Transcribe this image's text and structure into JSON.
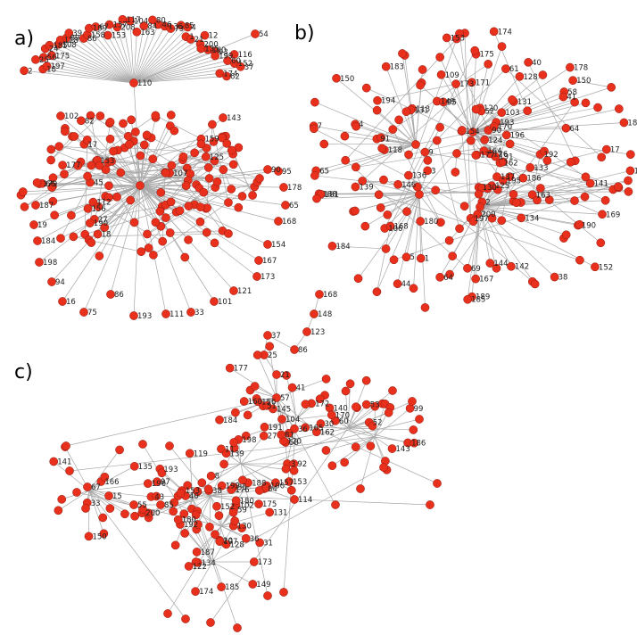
{
  "colors": {
    "node": "#e8301c",
    "edge": "#a8a8a8",
    "label": "#222222"
  },
  "panels": [
    {
      "id": "a",
      "label": "a)",
      "nodes": [
        "2",
        "18",
        "197",
        "25",
        "56",
        "175",
        "24",
        "185",
        "108",
        "128",
        "89",
        "39",
        "86",
        "158",
        "109",
        "67",
        "153",
        "157",
        "208",
        "117",
        "104",
        "163",
        "84",
        "80",
        "46",
        "136",
        "73",
        "85",
        "4",
        "1",
        "21",
        "12",
        "200",
        "135",
        "160",
        "93",
        "199",
        "116",
        "60",
        "152",
        "37",
        "174",
        "62",
        "54",
        "110",
        "179",
        "187",
        "19",
        "184",
        "198",
        "94",
        "16",
        "75",
        "86",
        "193",
        "111",
        "33",
        "101",
        "121",
        "173",
        "167",
        "154",
        "168",
        "65",
        "178",
        "90",
        "95",
        "143",
        "102",
        "177",
        "112",
        "107",
        "27",
        "82",
        "45",
        "156",
        "190",
        "18",
        "153",
        "125",
        "159",
        "17",
        "66"
      ]
    },
    {
      "id": "b",
      "label": "b)",
      "nodes": [
        "144",
        "197",
        "194",
        "193",
        "191",
        "149",
        "61",
        "124",
        "64",
        "131",
        "150",
        "153",
        "196",
        "154",
        "152",
        "162",
        "163",
        "187",
        "192",
        "130",
        "139",
        "134",
        "136",
        "137",
        "190",
        "188",
        "173",
        "95",
        "150",
        "174",
        "109",
        "90",
        "169",
        "113",
        "118",
        "3",
        "195",
        "180",
        "142",
        "125",
        "115",
        "126",
        "120",
        "184",
        "177",
        "133",
        "131",
        "186",
        "175",
        "189",
        "103",
        "146",
        "185",
        "58",
        "65",
        "40",
        "17",
        "64",
        "44",
        "38",
        "183",
        "181",
        "164",
        "200",
        "141",
        "128",
        "178",
        "170",
        "91",
        "106",
        "171",
        "168",
        "167",
        "52",
        "69",
        "7",
        "1",
        "4",
        "9",
        "2",
        "5",
        "41"
      ]
    },
    {
      "id": "c",
      "label": "c)",
      "nodes": [
        "168",
        "148",
        "123",
        "86",
        "37",
        "25",
        "21",
        "57",
        "104",
        "58",
        "3",
        "153",
        "114",
        "84",
        "35",
        "38",
        "40",
        "85",
        "55",
        "15",
        "67",
        "36",
        "31",
        "43",
        "60",
        "11",
        "187",
        "190",
        "166",
        "165",
        "145",
        "140",
        "143",
        "186",
        "192",
        "177",
        "191",
        "180",
        "162",
        "139",
        "200",
        "20",
        "184",
        "188",
        "198",
        "199",
        "193",
        "197",
        "185",
        "172",
        "99",
        "149",
        "92",
        "152",
        "120",
        "153",
        "128",
        "81",
        "52",
        "53",
        "33",
        "8",
        "141",
        "122",
        "173",
        "160",
        "134",
        "135",
        "97",
        "102",
        "131",
        "130",
        "157",
        "176",
        "174",
        "175",
        "156",
        "36",
        "59",
        "51",
        "27",
        "196",
        "41",
        "150",
        "170",
        "180",
        "119",
        "30"
      ]
    }
  ]
}
